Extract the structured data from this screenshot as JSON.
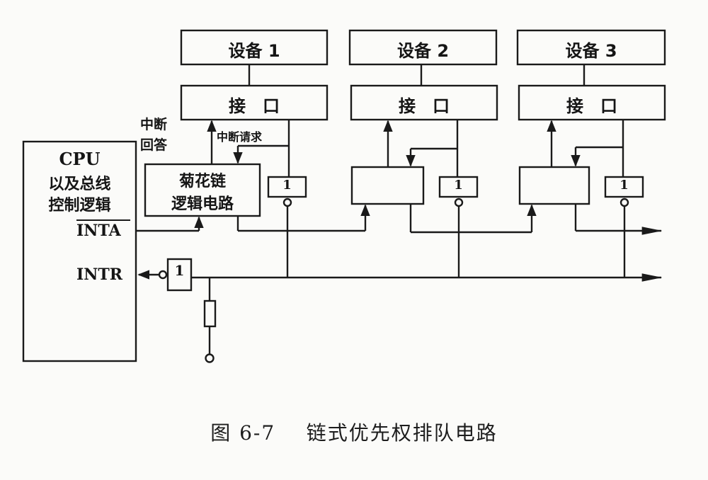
{
  "diagram": {
    "devices": [
      "设备 1",
      "设备 2",
      "设备 3"
    ],
    "interface_label": "接　口",
    "cpu_block": [
      "CPU",
      "以及总线",
      "控制逻辑"
    ],
    "daisy_chain_block": [
      "菊花链",
      "逻辑电路"
    ],
    "interrupt_ack": [
      "中断",
      "回答"
    ],
    "interrupt_request": "中断请求",
    "gate_symbol": "1",
    "signal_inta": "INTA",
    "signal_intr": "INTR"
  },
  "caption": "图 6-7    链式优先权排队电路"
}
